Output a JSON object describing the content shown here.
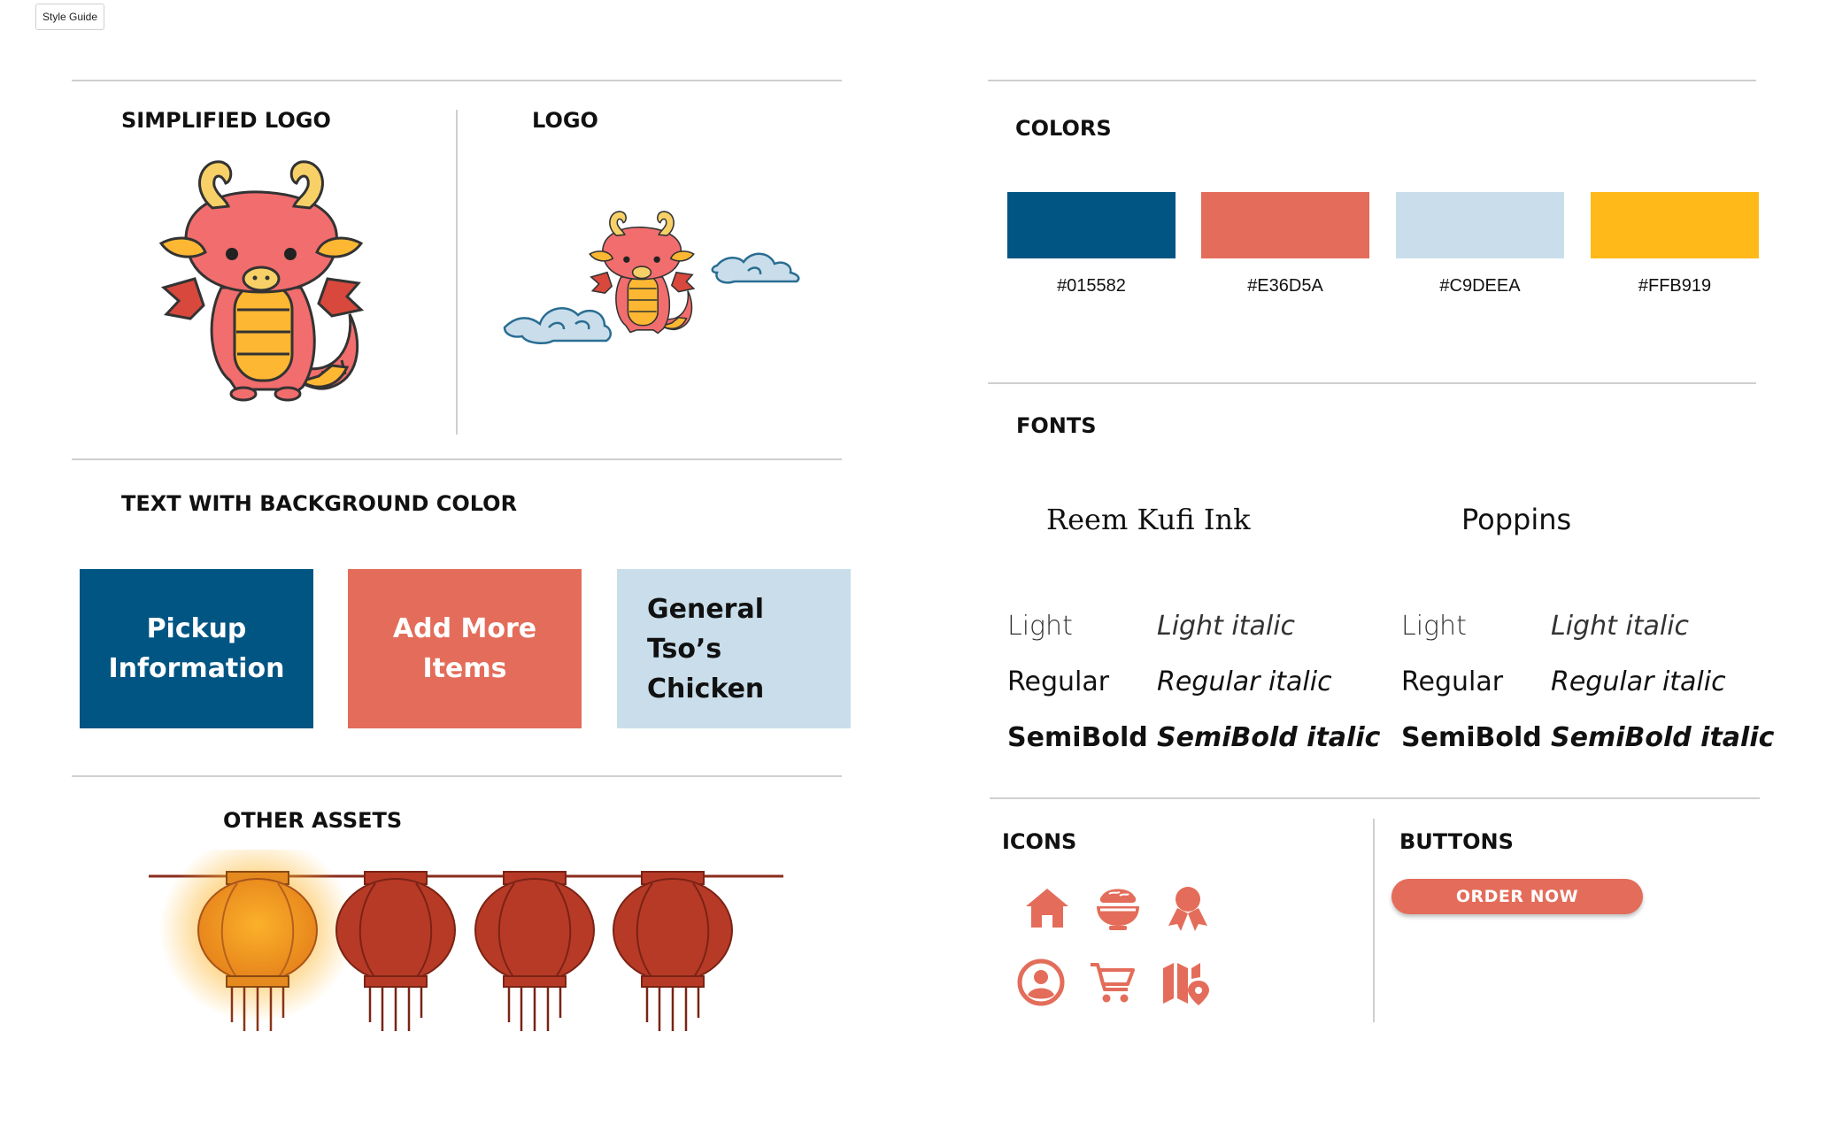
{
  "frame_tag": "Style Guide",
  "sections": {
    "simplified_logo": "SIMPLIFIED LOGO",
    "logo": "LOGO",
    "text_bg": "TEXT WITH BACKGROUND COLOR",
    "other_assets": "OTHER ASSETS",
    "colors": "COLORS",
    "fonts": "FONTS",
    "icons": "ICONS",
    "buttons": "BUTTONS"
  },
  "colors": [
    {
      "hex": "#015582"
    },
    {
      "hex": "#E36D5A"
    },
    {
      "hex": "#C9DEEA"
    },
    {
      "hex": "#FFB919"
    }
  ],
  "text_boxes": [
    {
      "line1": "Pickup",
      "line2": "Information",
      "bg": "#015582",
      "fg": "#ffffff"
    },
    {
      "line1": "Add More",
      "line2": "Items",
      "bg": "#E36D5A",
      "fg": "#ffffff"
    },
    {
      "line1": "General Tso’s",
      "line2": "Chicken",
      "bg": "#C9DEEA",
      "fg": "#111111"
    }
  ],
  "fonts": {
    "families": [
      "Reem Kufi Ink",
      "Poppins"
    ],
    "weights": {
      "light": "Light",
      "light_italic": "Light italic",
      "regular": "Regular",
      "regular_italic": "Regular italic",
      "semibold": "SemiBold",
      "semibold_italic": "SemiBold italic"
    }
  },
  "icons": [
    "home-icon",
    "food-bowl-icon",
    "award-ribbon-icon",
    "account-circle-icon",
    "shopping-cart-icon",
    "map-pin-icon"
  ],
  "icon_color": "#E36D5A",
  "button": {
    "label": "ORDER NOW"
  }
}
